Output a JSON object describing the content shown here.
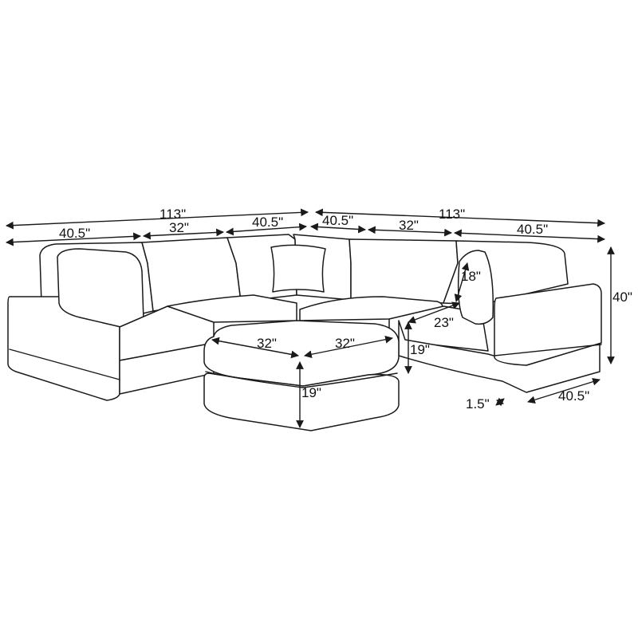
{
  "colors": {
    "line": "#1a1a1a",
    "text": "#111111",
    "background": "#ffffff"
  },
  "dimensions": {
    "left_overall_width": "113\"",
    "left_corner_width": "40.5\"",
    "left_middle_width": "32\"",
    "left_armless_width": "40.5\"",
    "right_overall_width": "113\"",
    "right_corner_width": "40.5\"",
    "right_middle_width": "32\"",
    "right_arm_width": "40.5\"",
    "back_height": "40\"",
    "backrest_height": "18\"",
    "seat_depth": "23\"",
    "seat_height": "19\"",
    "ottoman_length": "32\"",
    "ottoman_width": "32\"",
    "ottoman_height": "19\"",
    "base_height": "1.5\"",
    "arm_depth": "40.5\""
  }
}
